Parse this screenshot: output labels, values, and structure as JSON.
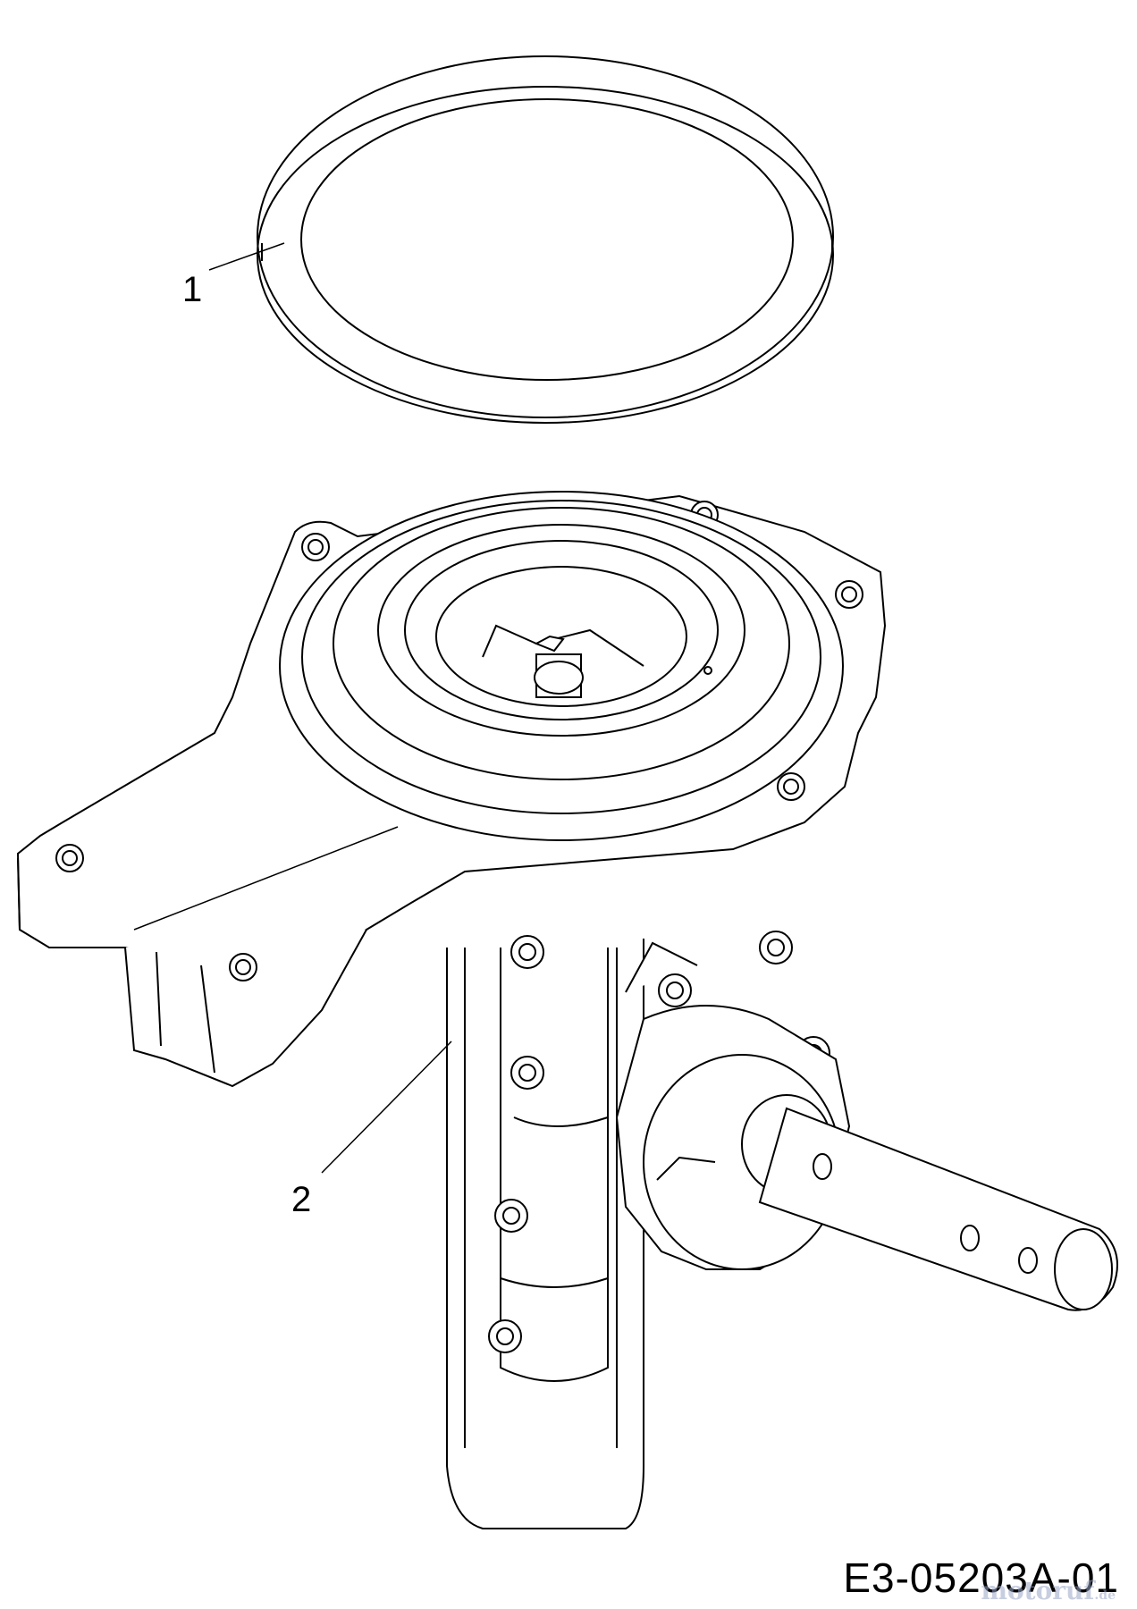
{
  "callouts": [
    {
      "id": "1",
      "text": "1"
    },
    {
      "id": "2",
      "text": "2"
    }
  ],
  "diagram_code": "E3-05203A-01",
  "watermark": {
    "brand": "motoruf",
    "tld": ".de"
  },
  "colors": {
    "ink": "#000000",
    "paper": "#ffffff",
    "watermark": "#9aa7c8"
  }
}
